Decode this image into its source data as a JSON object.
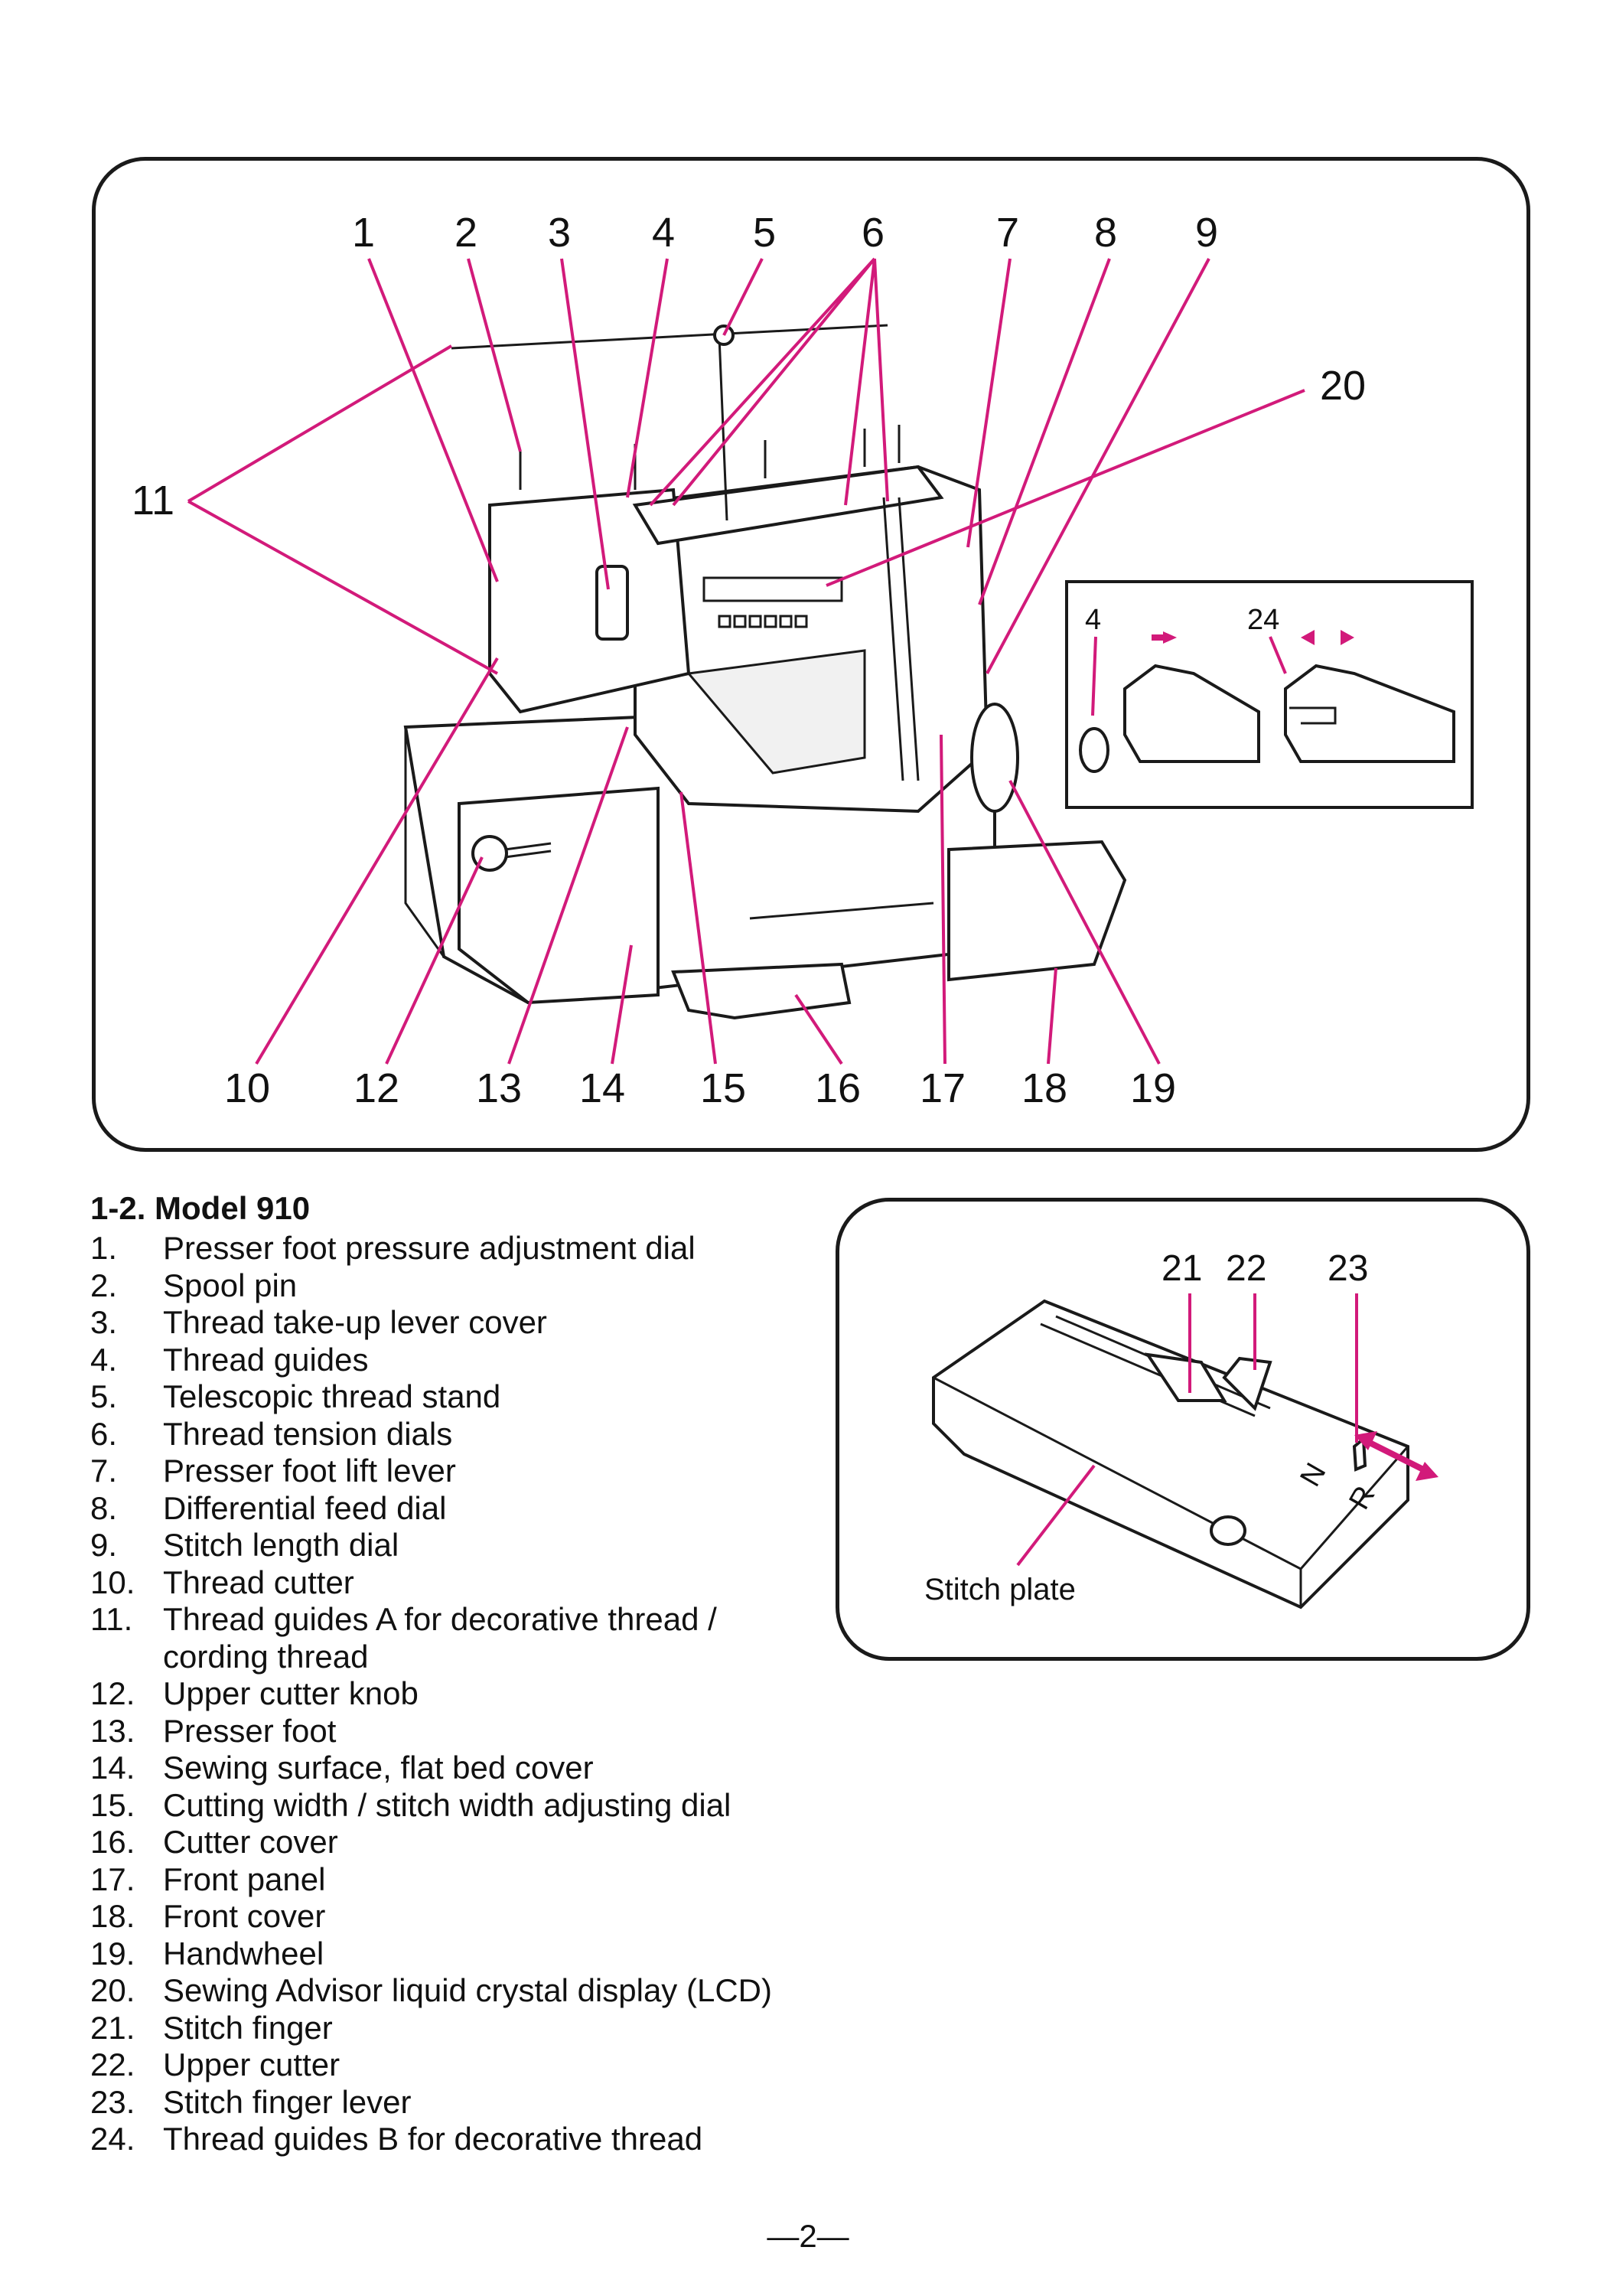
{
  "figure": {
    "callouts": [
      "1",
      "2",
      "3",
      "4",
      "5",
      "6",
      "7",
      "8",
      "9",
      "10",
      "11",
      "12",
      "13",
      "14",
      "15",
      "16",
      "17",
      "18",
      "19",
      "20"
    ],
    "inset_labels": [
      "4",
      "24"
    ]
  },
  "stitch_plate_figure": {
    "callouts": [
      "21",
      "22",
      "23"
    ],
    "caption": "Stitch plate",
    "lever_marks": [
      "N",
      "R"
    ]
  },
  "legend": {
    "title": "1-2. Model 910",
    "items": [
      {
        "num": "1.",
        "text": "Presser foot pressure adjustment dial"
      },
      {
        "num": "2.",
        "text": "Spool pin"
      },
      {
        "num": "3.",
        "text": "Thread take-up lever cover"
      },
      {
        "num": "4.",
        "text": "Thread guides"
      },
      {
        "num": "5.",
        "text": "Telescopic thread stand"
      },
      {
        "num": "6.",
        "text": "Thread tension dials"
      },
      {
        "num": "7.",
        "text": "Presser foot lift lever"
      },
      {
        "num": "8.",
        "text": "Differential feed dial"
      },
      {
        "num": "9.",
        "text": "Stitch length dial"
      },
      {
        "num": "10.",
        "text": "Thread cutter"
      },
      {
        "num": "11.",
        "text": "Thread guides A for decorative thread / cording thread"
      },
      {
        "num": "12.",
        "text": "Upper cutter knob"
      },
      {
        "num": "13.",
        "text": "Presser foot"
      },
      {
        "num": "14.",
        "text": "Sewing surface, flat bed cover"
      },
      {
        "num": "15.",
        "text": "Cutting width / stitch width adjusting dial"
      },
      {
        "num": "16.",
        "text": "Cutter cover"
      },
      {
        "num": "17.",
        "text": "Front panel"
      },
      {
        "num": "18.",
        "text": "Front cover"
      },
      {
        "num": "19.",
        "text": "Handwheel"
      },
      {
        "num": "20.",
        "text": "Sewing Advisor liquid crystal display (LCD)"
      },
      {
        "num": "21.",
        "text": "Stitch finger"
      },
      {
        "num": "22.",
        "text": "Upper cutter"
      },
      {
        "num": "23.",
        "text": "Stitch finger lever"
      },
      {
        "num": "24.",
        "text": "Thread guides B for decorative thread"
      }
    ]
  },
  "page_number": "—2—",
  "colors": {
    "leader": "#d21a7a",
    "outline": "#1a1a1a"
  }
}
